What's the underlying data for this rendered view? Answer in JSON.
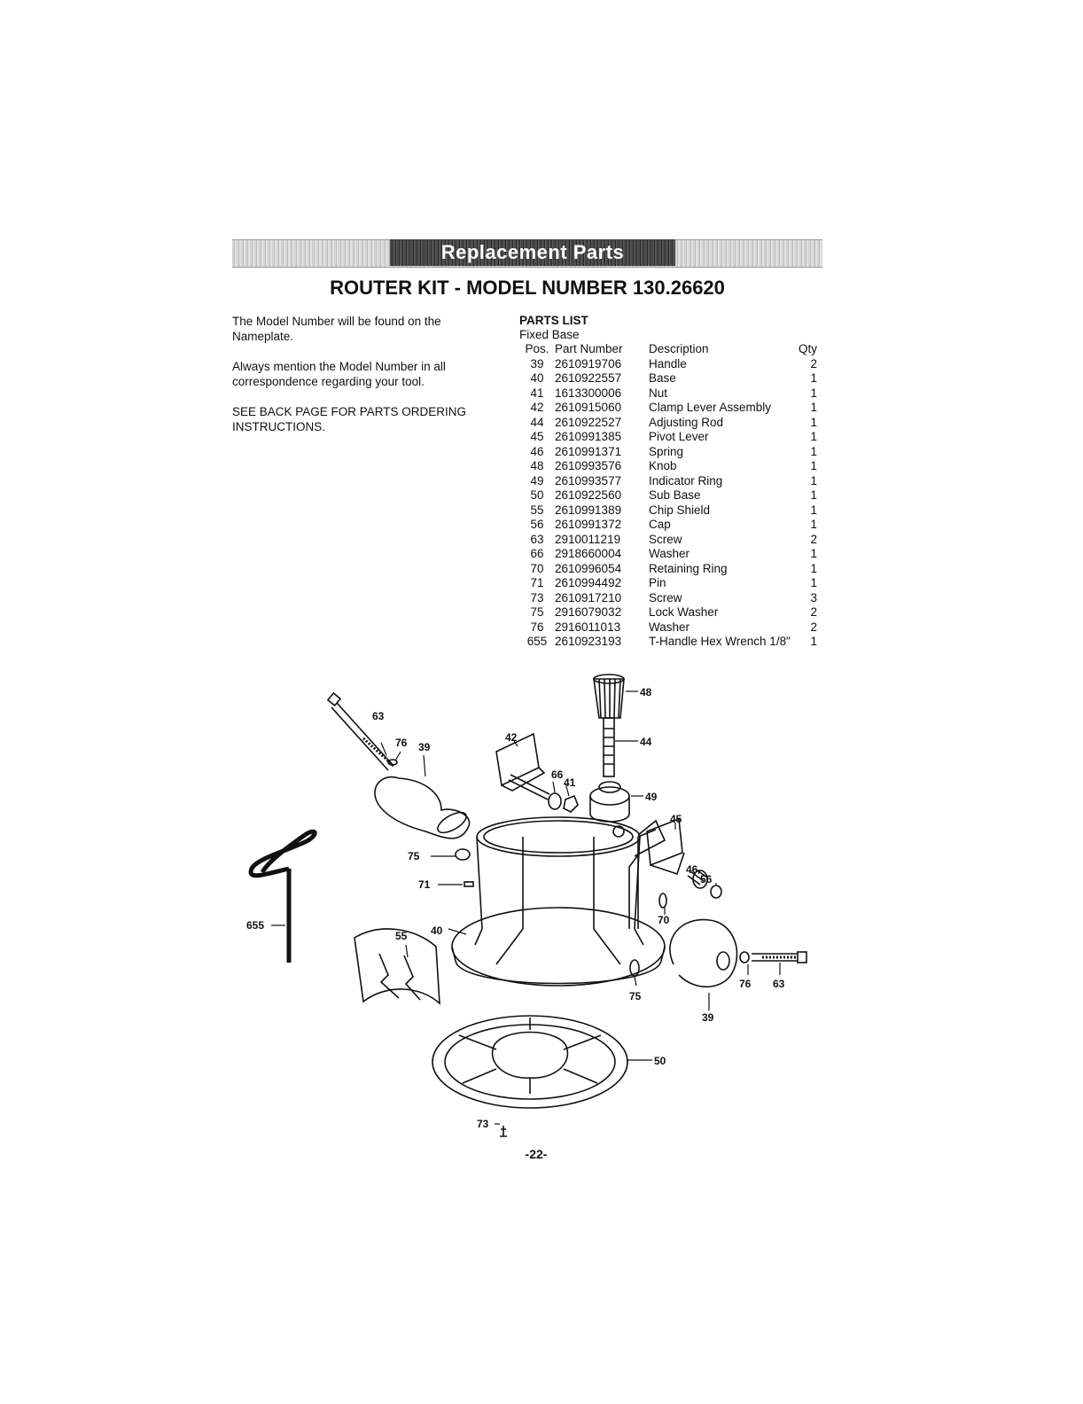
{
  "banner": {
    "title": "Replacement Parts"
  },
  "title": "ROUTER KIT - MODEL NUMBER 130.26620",
  "intro": {
    "p1": "The Model Number will be found on the Nameplate.",
    "p2": "Always mention the Model Number in all correspondence regarding your tool.",
    "p3": "SEE BACK PAGE FOR PARTS ORDERING INSTRUCTIONS."
  },
  "parts_list": {
    "heading": "PARTS LIST",
    "subheading": "Fixed Base",
    "columns": [
      "Pos.",
      "Part Number",
      "Description",
      "Qty"
    ],
    "rows": [
      [
        "39",
        "2610919706",
        "Handle",
        "2"
      ],
      [
        "40",
        "2610922557",
        "Base",
        "1"
      ],
      [
        "41",
        "1613300006",
        "Nut",
        "1"
      ],
      [
        "42",
        "2610915060",
        "Clamp Lever Assembly",
        "1"
      ],
      [
        "44",
        "2610922527",
        "Adjusting Rod",
        "1"
      ],
      [
        "45",
        "2610991385",
        "Pivot Lever",
        "1"
      ],
      [
        "46",
        "2610991371",
        "Spring",
        "1"
      ],
      [
        "48",
        "2610993576",
        "Knob",
        "1"
      ],
      [
        "49",
        "2610993577",
        "Indicator Ring",
        "1"
      ],
      [
        "50",
        "2610922560",
        "Sub Base",
        "1"
      ],
      [
        "55",
        "2610991389",
        "Chip Shield",
        "1"
      ],
      [
        "56",
        "2610991372",
        "Cap",
        "1"
      ],
      [
        "63",
        "2910011219",
        "Screw",
        "2"
      ],
      [
        "66",
        "2918660004",
        "Washer",
        "1"
      ],
      [
        "70",
        "2610996054",
        "Retaining Ring",
        "1"
      ],
      [
        "71",
        "2610994492",
        "Pin",
        "1"
      ],
      [
        "73",
        "2610917210",
        "Screw",
        "3"
      ],
      [
        "75",
        "2916079032",
        "Lock Washer",
        "2"
      ],
      [
        "76",
        "2916011013",
        "Washer",
        "2"
      ],
      [
        "655",
        "2610923193",
        "T-Handle Hex Wrench 1/8\"",
        "1"
      ]
    ]
  },
  "diagram": {
    "labels": {
      "l48": "48",
      "l44": "44",
      "l49": "49",
      "l63a": "63",
      "l76a": "76",
      "l39a": "39",
      "l42": "42",
      "l66": "66",
      "l41": "41",
      "l45": "45",
      "l46": "46",
      "l56": "56",
      "l70": "70",
      "l75": "75",
      "l71": "71",
      "l655": "655",
      "l55": "55",
      "l40": "40",
      "l75b": "75",
      "l76b": "76",
      "l63b": "63",
      "l39b": "39",
      "l50": "50",
      "l73": "73"
    }
  },
  "page_number": "-22-"
}
